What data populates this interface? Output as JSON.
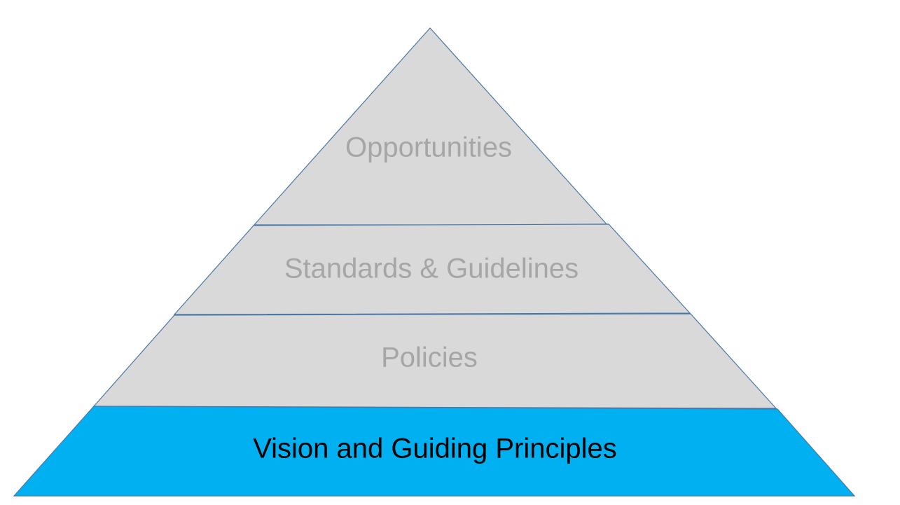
{
  "pyramid": {
    "tiers": [
      {
        "label": "Opportunities",
        "fill": "#d9d9d9",
        "text_color": "#a6a6a6"
      },
      {
        "label": "Standards & Guidelines",
        "fill": "#d9d9d9",
        "text_color": "#a6a6a6"
      },
      {
        "label": "Policies",
        "fill": "#d9d9d9",
        "text_color": "#a6a6a6"
      },
      {
        "label": "Vision and Guiding Principles",
        "fill": "#00b0f0",
        "text_color": "#000000"
      }
    ],
    "outline_color": "#4a78a8"
  }
}
